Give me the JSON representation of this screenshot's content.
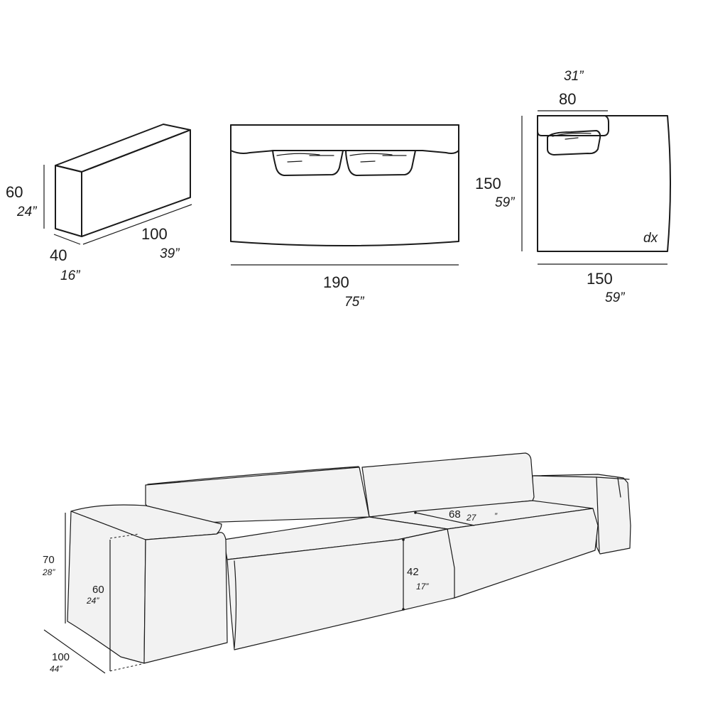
{
  "armrest_module": {
    "height_cm": "60",
    "height_in": "24”",
    "depth_cm": "40",
    "depth_in": "16”",
    "length_cm": "100",
    "length_in": "39”"
  },
  "seat_module": {
    "width_cm": "190",
    "width_in": "75”"
  },
  "corner_module": {
    "top_cm": "80",
    "top_in": "31”",
    "depth_cm": "150",
    "depth_in": "59”",
    "width_cm": "150",
    "width_in": "59”",
    "side_label": "dx"
  },
  "assembled_sofa": {
    "total_height_cm": "70",
    "total_height_in": "28”",
    "arm_height_cm": "60",
    "arm_height_in": "24”",
    "depth_cm": "100",
    "depth_in": "44”",
    "seat_height_cm": "42",
    "seat_height_in": "17”",
    "seat_depth_cm": "68",
    "seat_depth_in": "27",
    "seat_depth_in_mark": "”"
  }
}
